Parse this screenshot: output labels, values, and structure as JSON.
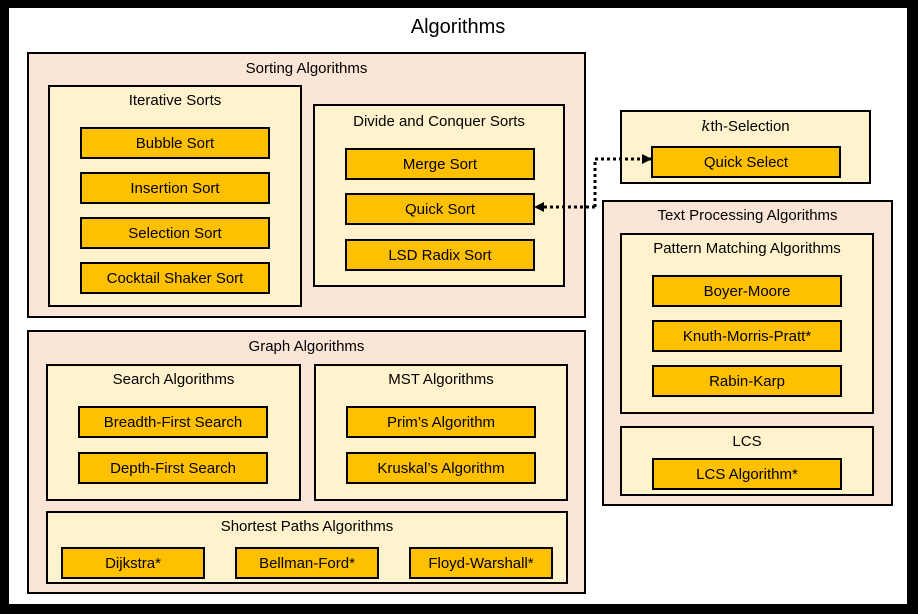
{
  "title": "Algorithms",
  "sorting": {
    "label": "Sorting Algorithms",
    "iterative": {
      "label": "Iterative Sorts",
      "items": [
        "Bubble Sort",
        "Insertion Sort",
        "Selection Sort",
        "Cocktail Shaker Sort"
      ]
    },
    "divide": {
      "label": "Divide and Conquer Sorts",
      "items": [
        "Merge Sort",
        "Quick Sort",
        "LSD Radix Sort"
      ]
    }
  },
  "kth": {
    "label_var": "k",
    "label_rest": "th-Selection",
    "items": [
      "Quick Select"
    ]
  },
  "text": {
    "label": "Text Processing Algorithms",
    "pattern": {
      "label": "Pattern Matching Algorithms",
      "items": [
        "Boyer-Moore",
        "Knuth-Morris-Pratt*",
        "Rabin-Karp"
      ]
    },
    "lcs": {
      "label": "LCS",
      "items": [
        "LCS Algorithm*"
      ]
    }
  },
  "graph": {
    "label": "Graph Algorithms",
    "search": {
      "label": "Search Algorithms",
      "items": [
        "Breadth-First Search",
        "Depth-First Search"
      ]
    },
    "mst": {
      "label": "MST Algorithms",
      "items": [
        "Prim’s Algorithm",
        "Kruskal’s Algorithm"
      ]
    },
    "shortest": {
      "label": "Shortest Paths Algorithms",
      "items": [
        "Dijkstra*",
        "Bellman-Ford*",
        "Floyd-Warshall*"
      ]
    }
  }
}
